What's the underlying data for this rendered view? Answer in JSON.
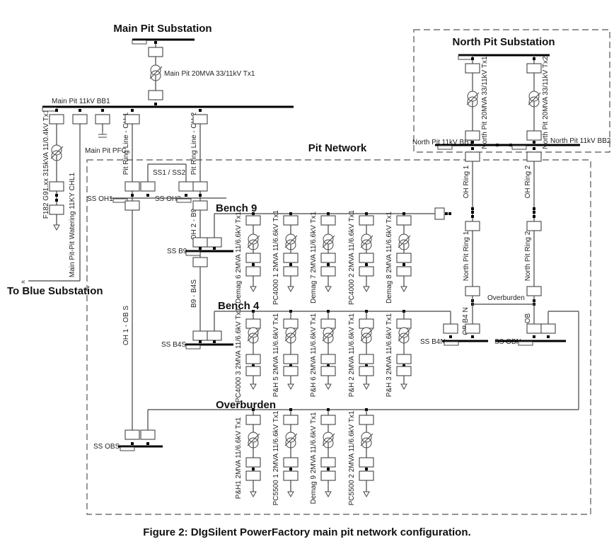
{
  "titles": {
    "main_pit": "Main Pit Substation",
    "north_pit": "North Pit Substation",
    "pit_network": "Pit Network",
    "to_blue": "To Blue Substation",
    "bench9": "Bench 9",
    "bench4": "Bench 4",
    "overburden": "Overburden"
  },
  "labels": {
    "main_tx": "Main Pit 20MVA 33/11kV Tx1",
    "main_bb1": "Main Pit 11kV BB1",
    "f182": "F182 G91.xx 315kVA 11/0.4kV Tx1",
    "chl1": "Main Pit-Pit Watering 11KY CHL1",
    "pfc": "Main Pit PFC",
    "ch1": "Pit Ring Line - CH 1",
    "ch2": "Pit Ring Line - CH 2",
    "ss1ss2": "SS1 / SS2",
    "ss_oh1": "SS OH1",
    "ss_oh2": "SS OH2",
    "oh2_b9": "OH 2 - B9",
    "ss_b9": "SS B9",
    "b9_b4s": "B9 - B4S",
    "ss_b4s": "SS B4S",
    "oh1_obs": "OH 1 - OB S",
    "ss_obs": "SS OBS",
    "np_tx1": "North Pit 20MVA 33/11kV Tx1",
    "np_tx2": "North Pit 20MVA 33/11kV Tx2",
    "np_bb1": "North Pit 11kV BB1",
    "np_bb2": "North Pit 11kV BB2",
    "oh_ring1": "OH Ring 1",
    "oh_ring2": "OH Ring 2",
    "np_ring1": "North Pit Ring 1",
    "np_ring2": "North Pit Ring 2",
    "overburden_link": "Overburden",
    "ob_b4n": "OB B4 N",
    "ss_b4n": "SS B4N",
    "ob": "OB",
    "ss_obn": "SS OBN"
  },
  "feeders": {
    "bench9": [
      "Demag 6 2MVA 11/6.6kV Tx1",
      "PC4000 1 2MVA 11/6.6kV Tx1",
      "Demag 7 2MVA 11/6.6kV Tx1",
      "PC4000 2 2MVA 11/6.6kV Tx1",
      "Demag 8 2MVA 11/6.6kV Tx1"
    ],
    "bench4": [
      "PC4000 3 2MVA 11/6.6kV Tx1",
      "P&H 5 2MVA 11/6.6kV Tx1",
      "P&H 6 2MVA 11/6.6kV Tx1",
      "P&H 2 2MVA 11/6.6kV Tx1",
      "P&H 3 2MVA 11/6.6kV Tx1"
    ],
    "overburden": [
      "P&H1 2MVA 11/6.6kV Tx1",
      "PC5500 1 2MVA 11/6.6kV Tx1",
      "Demag 9 2MVA 11/6.6kV Tx1",
      "PC5500 2 2MVA 11/6.6kV Tx1"
    ]
  },
  "caption": "Figure 2: DIgSilent PowerFactory main pit network configuration."
}
